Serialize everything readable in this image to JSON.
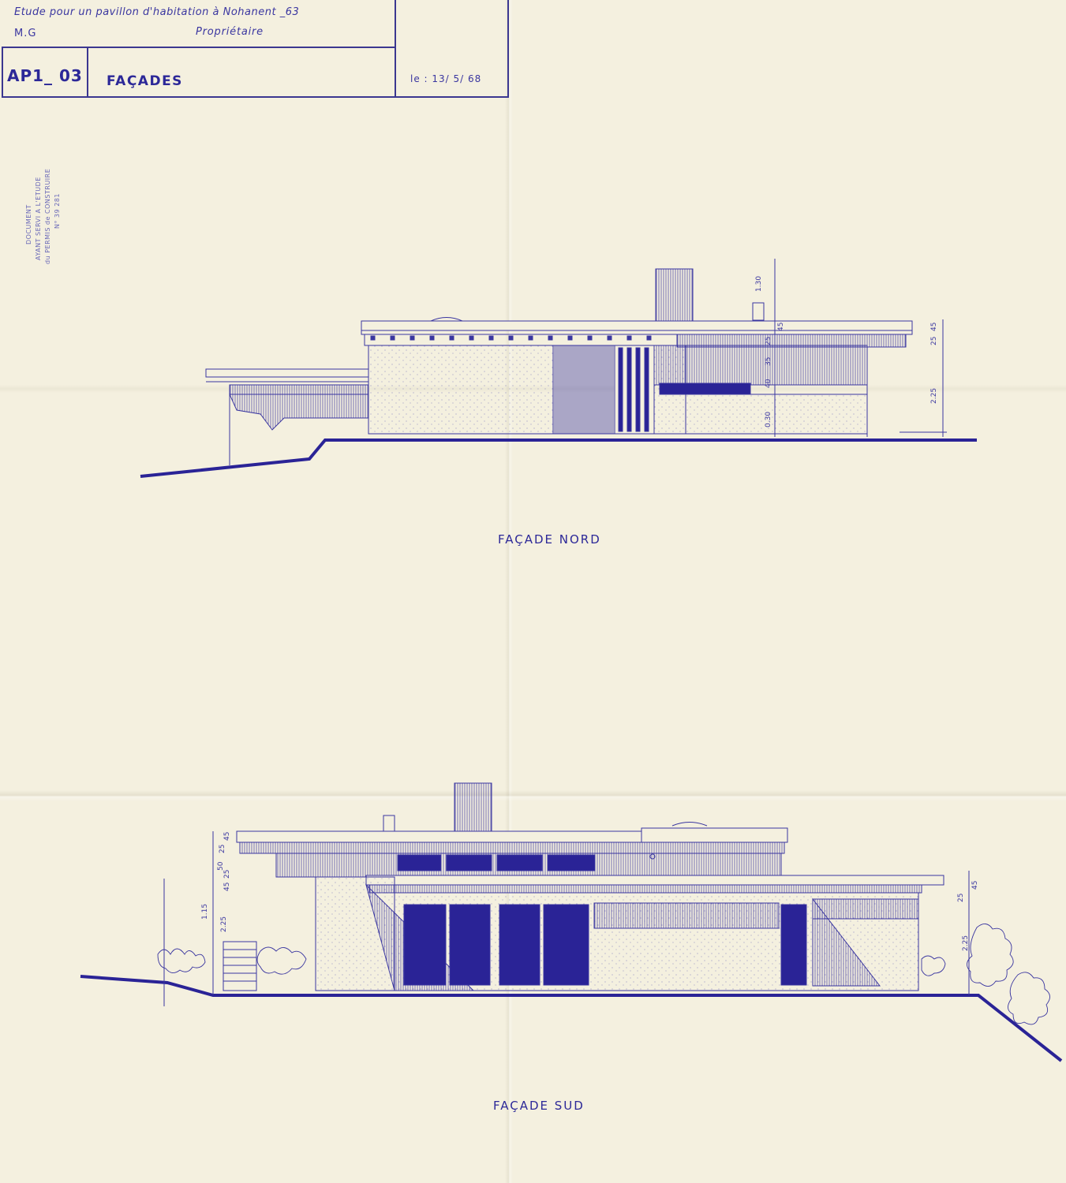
{
  "title_block": {
    "project": "Etude pour un pavillon d'habitation  à Nohanent _63",
    "initials": "M.G",
    "owner": "Propriétaire",
    "code": "AP1_ 03",
    "sheet_title": "FAÇADES",
    "date": "le : 13/ 5/ 68"
  },
  "stamp": {
    "lines": [
      "DOCUMENT",
      "AYANT SERVI A L'ETUDE",
      "du PERMIS de CONSTRUIRE",
      "N° 39 281"
    ]
  },
  "north": {
    "caption": "FAÇADE NORD",
    "dims": [
      "1.30",
      "45",
      "25",
      "35",
      "40",
      "0.30",
      "25",
      "45",
      "2.25"
    ]
  },
  "south": {
    "caption": "FAÇADE SUD",
    "dims": [
      "45",
      "25",
      "50",
      "25",
      "45",
      "1.15",
      "2.25",
      "25",
      "45",
      "2.25"
    ]
  },
  "colors": {
    "ink": "#2e2aa0",
    "paper": "#f4f0df",
    "fill": "#2a2396"
  }
}
